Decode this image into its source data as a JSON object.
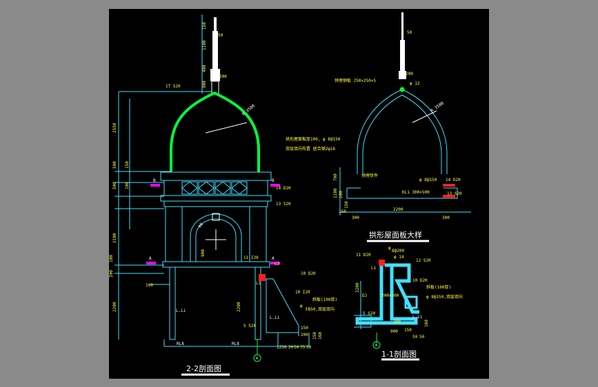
{
  "colors": {
    "background": "#000000",
    "frame": "#8a8a8a",
    "cyan": "#40e0ff",
    "green": "#00ff3c",
    "white": "#ffffff",
    "magenta": "#ff00ff",
    "red": "#ff2020",
    "yellow": "#ffff40"
  },
  "left_drawing": {
    "title": "2-2剖面图",
    "spire_dims": [
      "150",
      "1100",
      "50",
      "400",
      "200",
      "900"
    ],
    "height_dims": [
      "2550",
      "500",
      "150",
      "500",
      "100",
      "2100",
      "100",
      "200",
      "2200"
    ],
    "labels": {
      "top_beam": "1T S20",
      "radius": "R 3500",
      "mark_b_left": "B",
      "mark_b_right": "B",
      "mark_a_left": "A",
      "mark_a_right": "A",
      "d14_20": "14 D20",
      "s13_20": "13 S20",
      "l1_20": "11 I20",
      "l2": "L2",
      "l1": "L1",
      "d10_20": "10 D20",
      "d10_20b": "10 I20",
      "slab": "斜板(100厚)",
      "rebar": "EB50,双层双向",
      "phi8": "φ",
      "s5_20": "5 S20",
      "dim100": "100",
      "dim900": "900",
      "dim2200": "2200",
      "dim1250": "1250",
      "dims_bottom": [
        "20",
        "50",
        "75",
        "50"
      ],
      "dims_right": [
        "150",
        "200",
        "150",
        "160"
      ],
      "ll_left": "L.Li",
      "ll_right": "L.Li",
      "rl_left": "RL8",
      "rl_right": "RL8",
      "r_arc": "R0",
      "axis_a": "A"
    }
  },
  "top_right_drawing": {
    "title": "拱形屋面板大样",
    "labels": {
      "dim50": "50",
      "dim200": "200",
      "steel_plate": "预埋钢板 250×250×5",
      "phi12": "φ 12",
      "radius": "R 3500",
      "slab_thickness": "拱形屋面板厚100, φ  8@150",
      "double_layer": "双层双向布置  居合钢2φ16",
      "anchor": "预埋铁件",
      "d14_20": "14 D20",
      "eb10": "φ  8@150",
      "kl1": "KL1  300×500",
      "s13_20": "13 S20",
      "dim2200": "2200",
      "dim300a": "300",
      "dim300b": "300",
      "dim150": "150",
      "dims_left": [
        "1100",
        "100",
        "700",
        "150"
      ]
    }
  },
  "bottom_right_drawing": {
    "title": "1-1剖面图",
    "labels": {
      "phi": "φ",
      "eb200": "8@200",
      "d11_20": "11 D20",
      "i14": "φ 14",
      "l1": "L1",
      "s12_20": "12 S20",
      "d10_20": "10 D20",
      "dim2200": "2200",
      "slab": "斜板(100厚)",
      "rebar": "φ 8@150,双层双向",
      "b200": "200×200",
      "dj": "DJ",
      "s5_20": "5 S20",
      "dim200": "200",
      "dim900": "900",
      "dim150": "150",
      "dim160": "160",
      "dim50a": "50",
      "dim50b": "50",
      "axis_a": "A",
      "ll": "L.Li"
    }
  }
}
